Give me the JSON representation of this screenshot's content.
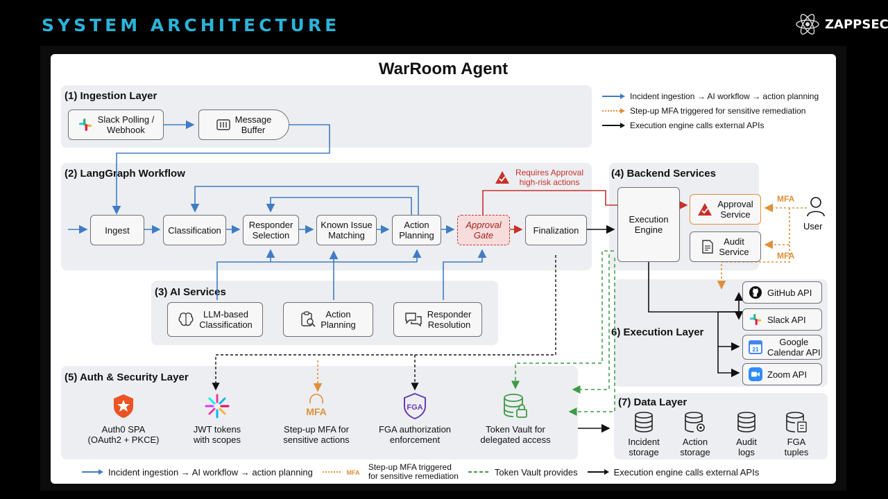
{
  "slide": {
    "title": "SYSTEM ARCHITECTURE",
    "brand": "ZAPPSEC"
  },
  "diagram": {
    "title": "WarRoom Agent",
    "legend": {
      "blue": "Incident ingestion → AI workflow → action planning",
      "orange": "Step-up MFA triggered for sensitive remediation",
      "black": "Execution engine calls external APIs"
    },
    "bottom_legend": {
      "blue": "Incident ingestion → AI workflow → action planning",
      "orange": "Step-up MFA triggered\nfor sensitive remediation",
      "green": "Token Vault provides",
      "black": "Execution engine calls external APIs",
      "mfa_badge": "MFA"
    },
    "ingestion": {
      "title": "(1) Ingestion Layer",
      "slack": "Slack Polling /\nWebhook",
      "buffer": "Message\nBuffer"
    },
    "workflow": {
      "title": "(2) LangGraph Workflow",
      "nodes": [
        "Ingest",
        "Classification",
        "Responder\nSelection",
        "Known Issue\nMatching",
        "Action\nPlanning",
        "Approval\nGate",
        "Finalization"
      ],
      "approval_note": "Requires Approval\nhigh-risk actions"
    },
    "ai": {
      "title": "(3) AI Services",
      "llm": "LLM-based\nClassification",
      "planning": "Action\nPlanning",
      "resolution": "Responder\nResolution"
    },
    "backend": {
      "title": "(4) Backend Services",
      "engine": "Execution\nEngine",
      "approval": "Approval\nService",
      "audit": "Audit\nService",
      "user": "User",
      "mfa_top": "MFA",
      "mfa_bottom": "MFA"
    },
    "security": {
      "title": "(5) Auth & Security Layer",
      "items": [
        "Auth0 SPA\n(OAuth2 + PKCE)",
        "JWT tokens\nwith scopes",
        "Step-up MFA for\nsensitive actions",
        "FGA authorization\nenforcement",
        "Token Vault for\ndelegated access"
      ],
      "mfa_icon": "MFA",
      "fga_icon": "FGA"
    },
    "execution": {
      "title": "6) Execution Layer",
      "apis": [
        "GitHub API",
        "Slack API",
        "Google\nCalendar API",
        "Zoom API"
      ],
      "calendar_day": "21"
    },
    "data": {
      "title": "(7) Data Layer",
      "items": [
        "Incident\nstorage",
        "Action\nstorage",
        "Audit\nlogs",
        "FGA\ntuples"
      ]
    }
  }
}
